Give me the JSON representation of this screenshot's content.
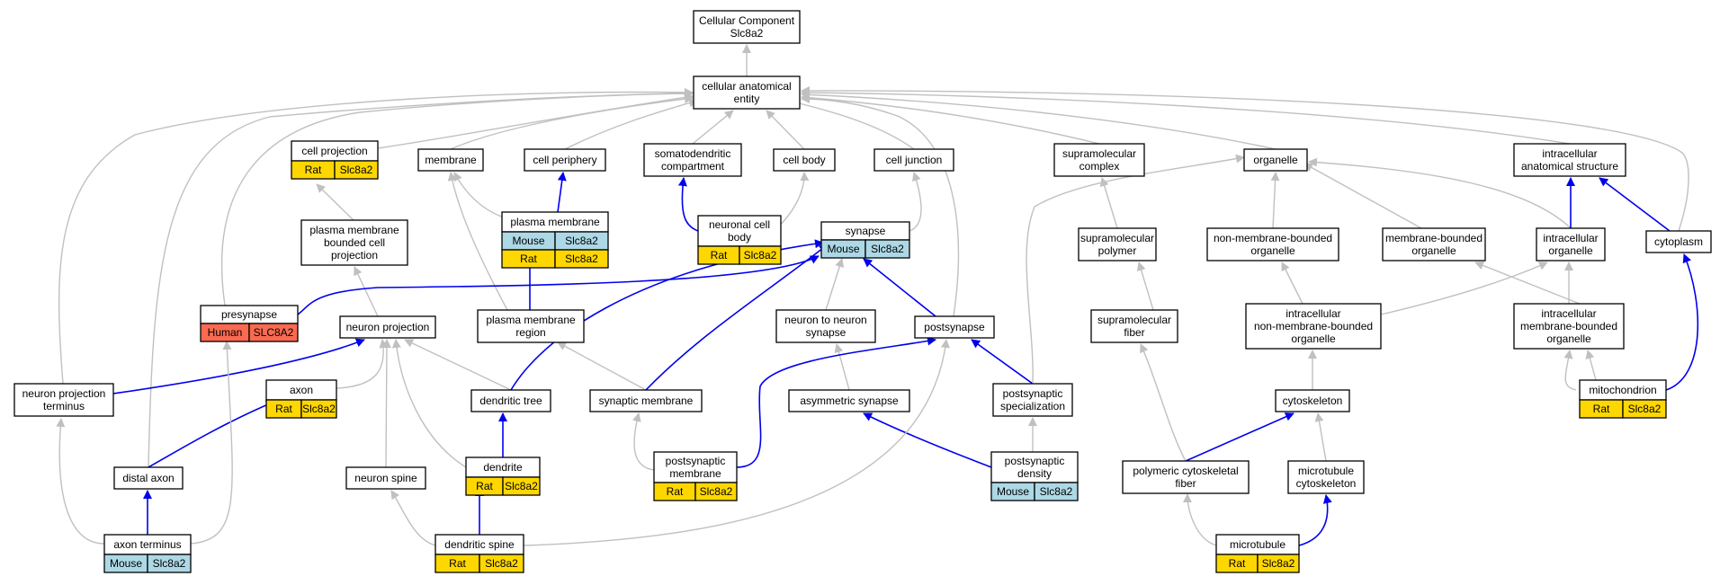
{
  "colors": {
    "gray_edge": "#c0c0c0",
    "blue_edge": "#0000ee",
    "rat": "#ffd700",
    "mouse": "#add8e6",
    "human": "#fa6a50"
  },
  "nodes": [
    {
      "id": "root",
      "lines": [
        "Cellular Component",
        "Slc8a2"
      ]
    },
    {
      "id": "cae",
      "lines": [
        "cellular anatomical",
        "entity"
      ]
    },
    {
      "id": "cellproj",
      "lines": [
        "cell projection"
      ],
      "badge": [
        "Rat",
        "Slc8a2"
      ]
    },
    {
      "id": "membrane",
      "lines": [
        "membrane"
      ]
    },
    {
      "id": "cellperiph",
      "lines": [
        "cell periphery"
      ]
    },
    {
      "id": "somato",
      "lines": [
        "somatodendritic",
        "compartment"
      ]
    },
    {
      "id": "cellbody",
      "lines": [
        "cell body"
      ]
    },
    {
      "id": "celljunc",
      "lines": [
        "cell junction"
      ]
    },
    {
      "id": "supracomplex",
      "lines": [
        "supramolecular",
        "complex"
      ]
    },
    {
      "id": "organelle",
      "lines": [
        "organelle"
      ]
    },
    {
      "id": "intraanat",
      "lines": [
        "intracellular",
        "anatomical structure"
      ]
    },
    {
      "id": "pmbcp",
      "lines": [
        "plasma membrane",
        "bounded cell",
        "projection"
      ]
    },
    {
      "id": "plasmamem",
      "lines": [
        "plasma membrane"
      ],
      "badge": [
        "Mouse",
        "Slc8a2"
      ],
      "badge2": [
        "Rat",
        "Slc8a2"
      ]
    },
    {
      "id": "ncb",
      "lines": [
        "neuronal cell",
        "body"
      ],
      "badge": [
        "Rat",
        "Slc8a2"
      ]
    },
    {
      "id": "synapse",
      "lines": [
        "synapse"
      ],
      "badge": [
        "Mouse",
        "Slc8a2"
      ]
    },
    {
      "id": "suprapoly",
      "lines": [
        "supramolecular",
        "polymer"
      ]
    },
    {
      "id": "nmbo",
      "lines": [
        "non-membrane-bounded",
        "organelle"
      ]
    },
    {
      "id": "mbo",
      "lines": [
        "membrane-bounded",
        "organelle"
      ]
    },
    {
      "id": "intraorg",
      "lines": [
        "intracellular",
        "organelle"
      ]
    },
    {
      "id": "cytoplasm",
      "lines": [
        "cytoplasm"
      ]
    },
    {
      "id": "presyn",
      "lines": [
        "presynapse"
      ],
      "badge": [
        "Human",
        "SLC8A2"
      ]
    },
    {
      "id": "neuronproj",
      "lines": [
        "neuron projection"
      ]
    },
    {
      "id": "pmregion",
      "lines": [
        "plasma membrane",
        "region"
      ]
    },
    {
      "id": "n2n",
      "lines": [
        "neuron to neuron",
        "synapse"
      ]
    },
    {
      "id": "postsyn",
      "lines": [
        "postsynapse"
      ]
    },
    {
      "id": "suprafiber",
      "lines": [
        "supramolecular",
        "fiber"
      ]
    },
    {
      "id": "inmbo",
      "lines": [
        "intracellular",
        "non-membrane-bounded",
        "organelle"
      ]
    },
    {
      "id": "imbo",
      "lines": [
        "intracellular",
        "membrane-bounded",
        "organelle"
      ]
    },
    {
      "id": "npt",
      "lines": [
        "neuron projection",
        "terminus"
      ]
    },
    {
      "id": "axon",
      "lines": [
        "axon"
      ],
      "badge": [
        "Rat",
        "Slc8a2"
      ]
    },
    {
      "id": "dendtree",
      "lines": [
        "dendritic tree"
      ]
    },
    {
      "id": "synmem",
      "lines": [
        "synaptic membrane"
      ]
    },
    {
      "id": "asymsyn",
      "lines": [
        "asymmetric synapse"
      ]
    },
    {
      "id": "postspec",
      "lines": [
        "postsynaptic",
        "specialization"
      ]
    },
    {
      "id": "cytoskel",
      "lines": [
        "cytoskeleton"
      ]
    },
    {
      "id": "mito",
      "lines": [
        "mitochondrion"
      ],
      "badge": [
        "Rat",
        "Slc8a2"
      ]
    },
    {
      "id": "distaxon",
      "lines": [
        "distal axon"
      ]
    },
    {
      "id": "nspine",
      "lines": [
        "neuron spine"
      ]
    },
    {
      "id": "dendrite",
      "lines": [
        "dendrite"
      ],
      "badge": [
        "Rat",
        "Slc8a2"
      ]
    },
    {
      "id": "postsynmem",
      "lines": [
        "postsynaptic",
        "membrane"
      ],
      "badge": [
        "Rat",
        "Slc8a2"
      ]
    },
    {
      "id": "psd",
      "lines": [
        "postsynaptic",
        "density"
      ],
      "badge": [
        "Mouse",
        "Slc8a2"
      ]
    },
    {
      "id": "polycyto",
      "lines": [
        "polymeric cytoskeletal",
        "fiber"
      ]
    },
    {
      "id": "mtcyto",
      "lines": [
        "microtubule",
        "cytoskeleton"
      ]
    },
    {
      "id": "axonterm",
      "lines": [
        "axon terminus"
      ],
      "badge": [
        "Mouse",
        "Slc8a2"
      ]
    },
    {
      "id": "dendspine",
      "lines": [
        "dendritic spine"
      ],
      "badge": [
        "Rat",
        "Slc8a2"
      ]
    },
    {
      "id": "microtubule",
      "lines": [
        "microtubule"
      ],
      "badge": [
        "Rat",
        "Slc8a2"
      ]
    }
  ]
}
